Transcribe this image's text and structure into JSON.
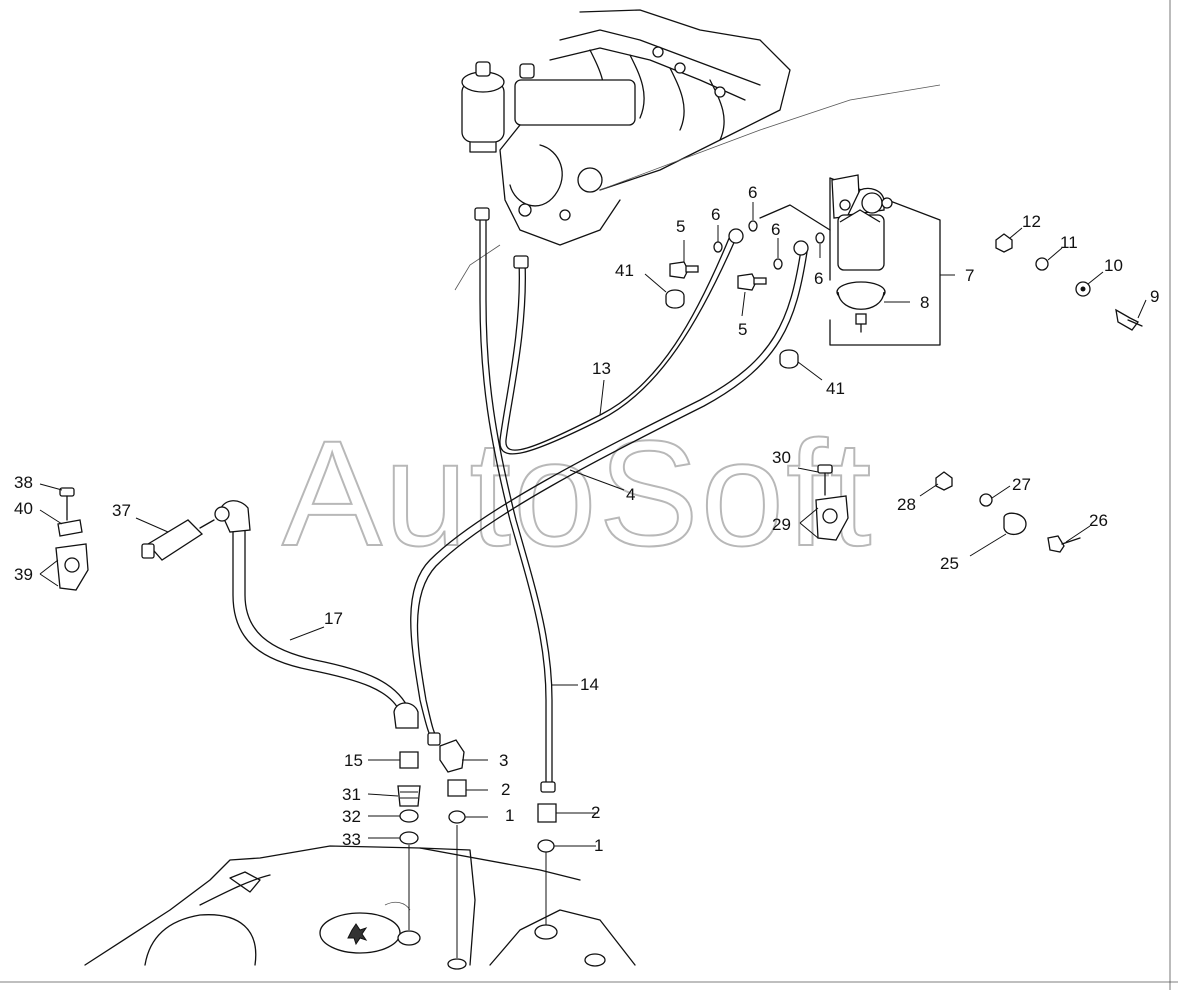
{
  "watermark": "AutoSoft",
  "callouts": [
    {
      "text": "1"
    },
    {
      "text": "1"
    },
    {
      "text": "2"
    },
    {
      "text": "2"
    },
    {
      "text": "3"
    },
    {
      "text": "4"
    },
    {
      "text": "5"
    },
    {
      "text": "5"
    },
    {
      "text": "6"
    },
    {
      "text": "6"
    },
    {
      "text": "6"
    },
    {
      "text": "6"
    },
    {
      "text": "7"
    },
    {
      "text": "8"
    },
    {
      "text": "9"
    },
    {
      "text": "10"
    },
    {
      "text": "11"
    },
    {
      "text": "12"
    },
    {
      "text": "13"
    },
    {
      "text": "14"
    },
    {
      "text": "15"
    },
    {
      "text": "17"
    },
    {
      "text": "25"
    },
    {
      "text": "26"
    },
    {
      "text": "27"
    },
    {
      "text": "28"
    },
    {
      "text": "29"
    },
    {
      "text": "30"
    },
    {
      "text": "31"
    },
    {
      "text": "32"
    },
    {
      "text": "33"
    },
    {
      "text": "37"
    },
    {
      "text": "38"
    },
    {
      "text": "39"
    },
    {
      "text": "40"
    },
    {
      "text": "41"
    },
    {
      "text": "41"
    }
  ]
}
